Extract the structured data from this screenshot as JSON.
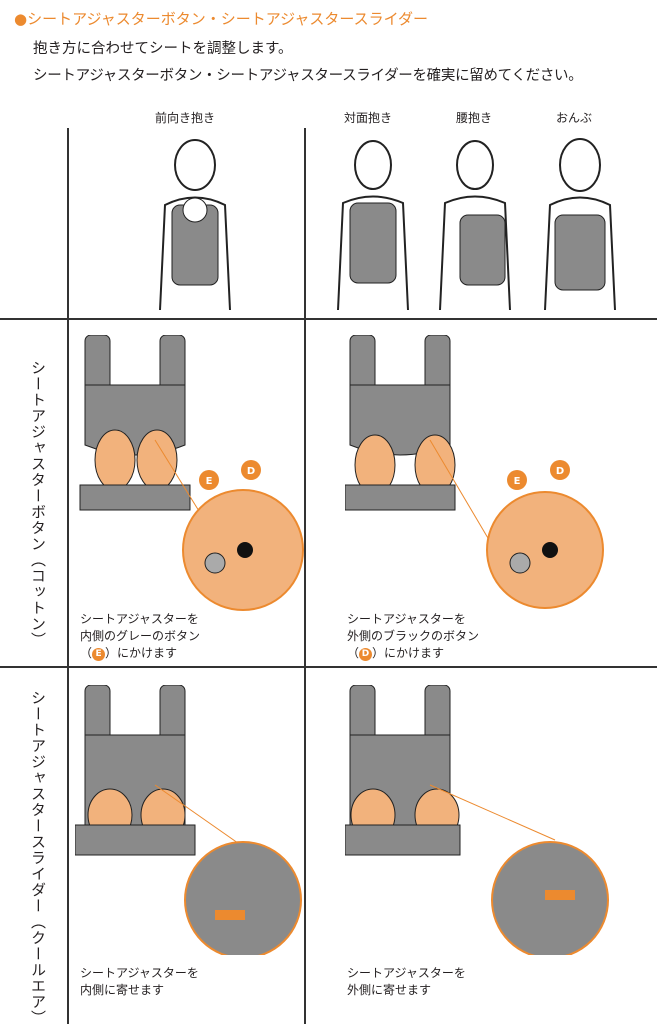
{
  "header": {
    "title": "シートアジャスターボタン・シートアジャスタースライダー",
    "bullet": "●",
    "line1": "抱き方に合わせてシートを調整します。",
    "line2": "シートアジャスターボタン・シートアジャスタースライダーを確実に留めてください。"
  },
  "columns": [
    "前向き抱き",
    "対面抱き",
    "腰抱き",
    "おんぶ"
  ],
  "rows": [
    {
      "label": "シートアジャスターボタン（コットン）",
      "left": {
        "line1": "シートアジャスターを",
        "line2": "内側のグレーのボタン",
        "badge": "E",
        "line3": "にかけます"
      },
      "right": {
        "line1": "シートアジャスターを",
        "line2": "外側のブラックのボタン",
        "badge": "D",
        "line3": "にかけます"
      },
      "markers": [
        "E",
        "D"
      ]
    },
    {
      "label": "シートアジャスタースライダー（クールエア）",
      "left": {
        "line1": "シートアジャスターを",
        "line2": "内側に寄せます"
      },
      "right": {
        "line1": "シートアジャスターを",
        "line2": "外側に寄せます"
      }
    }
  ],
  "colors": {
    "accent": "#ec8a2f",
    "carrier": "#8a8a8a",
    "seat": "#f2b27c"
  }
}
